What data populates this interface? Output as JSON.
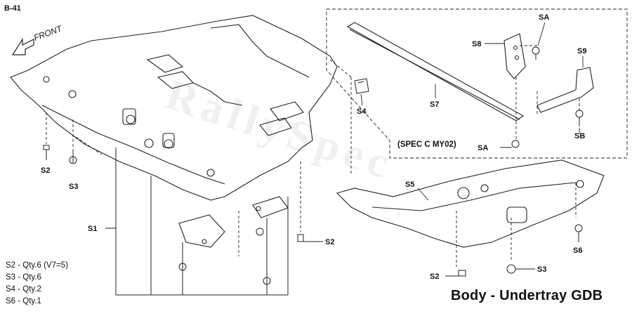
{
  "page_id": "B-41",
  "front_label": "FRONT",
  "title": "Body - Undertray GDB",
  "spec_note": "(SPEC C MY02)",
  "watermark": "RallySpec",
  "labels": {
    "s1": "S1",
    "s2_a": "S2",
    "s2_b": "S2",
    "s2_c": "S2",
    "s3_a": "S3",
    "s3_b": "S3",
    "s4": "S4",
    "s5": "S5",
    "s6": "S6",
    "s7": "S7",
    "s8": "S8",
    "s9": "S9",
    "sa_a": "SA",
    "sa_b": "SA",
    "sb": "SB"
  },
  "quantities": [
    "S2 - Qty.6 (V7=5)",
    "S3 - Qty.6",
    "S4 - Qty.2",
    "S6 - Qty.1"
  ]
}
